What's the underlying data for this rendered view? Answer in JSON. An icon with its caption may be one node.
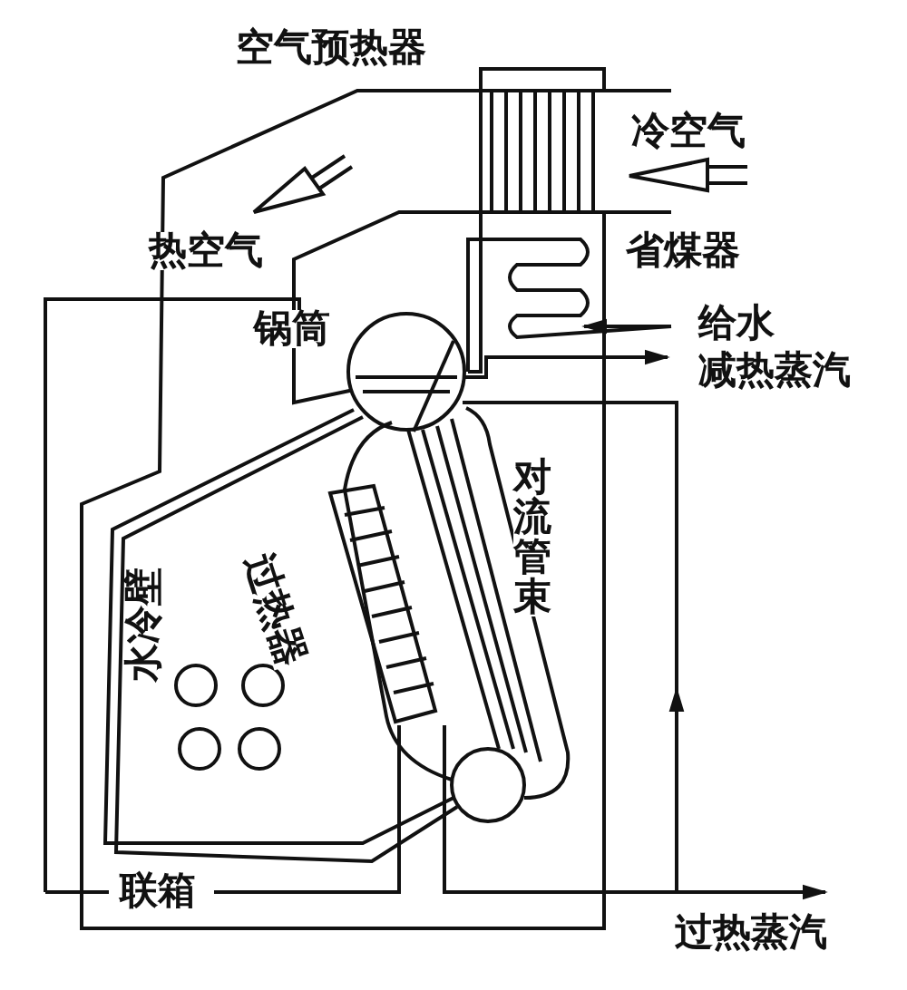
{
  "diagram": {
    "labels": [
      "空气预热器",
      "冷空气",
      "热空气",
      "省煤器",
      "锅筒",
      "给水",
      "减热蒸汽",
      "对流管束",
      "过热器",
      "水冷壁",
      "联箱",
      "过热蒸汽"
    ]
  }
}
